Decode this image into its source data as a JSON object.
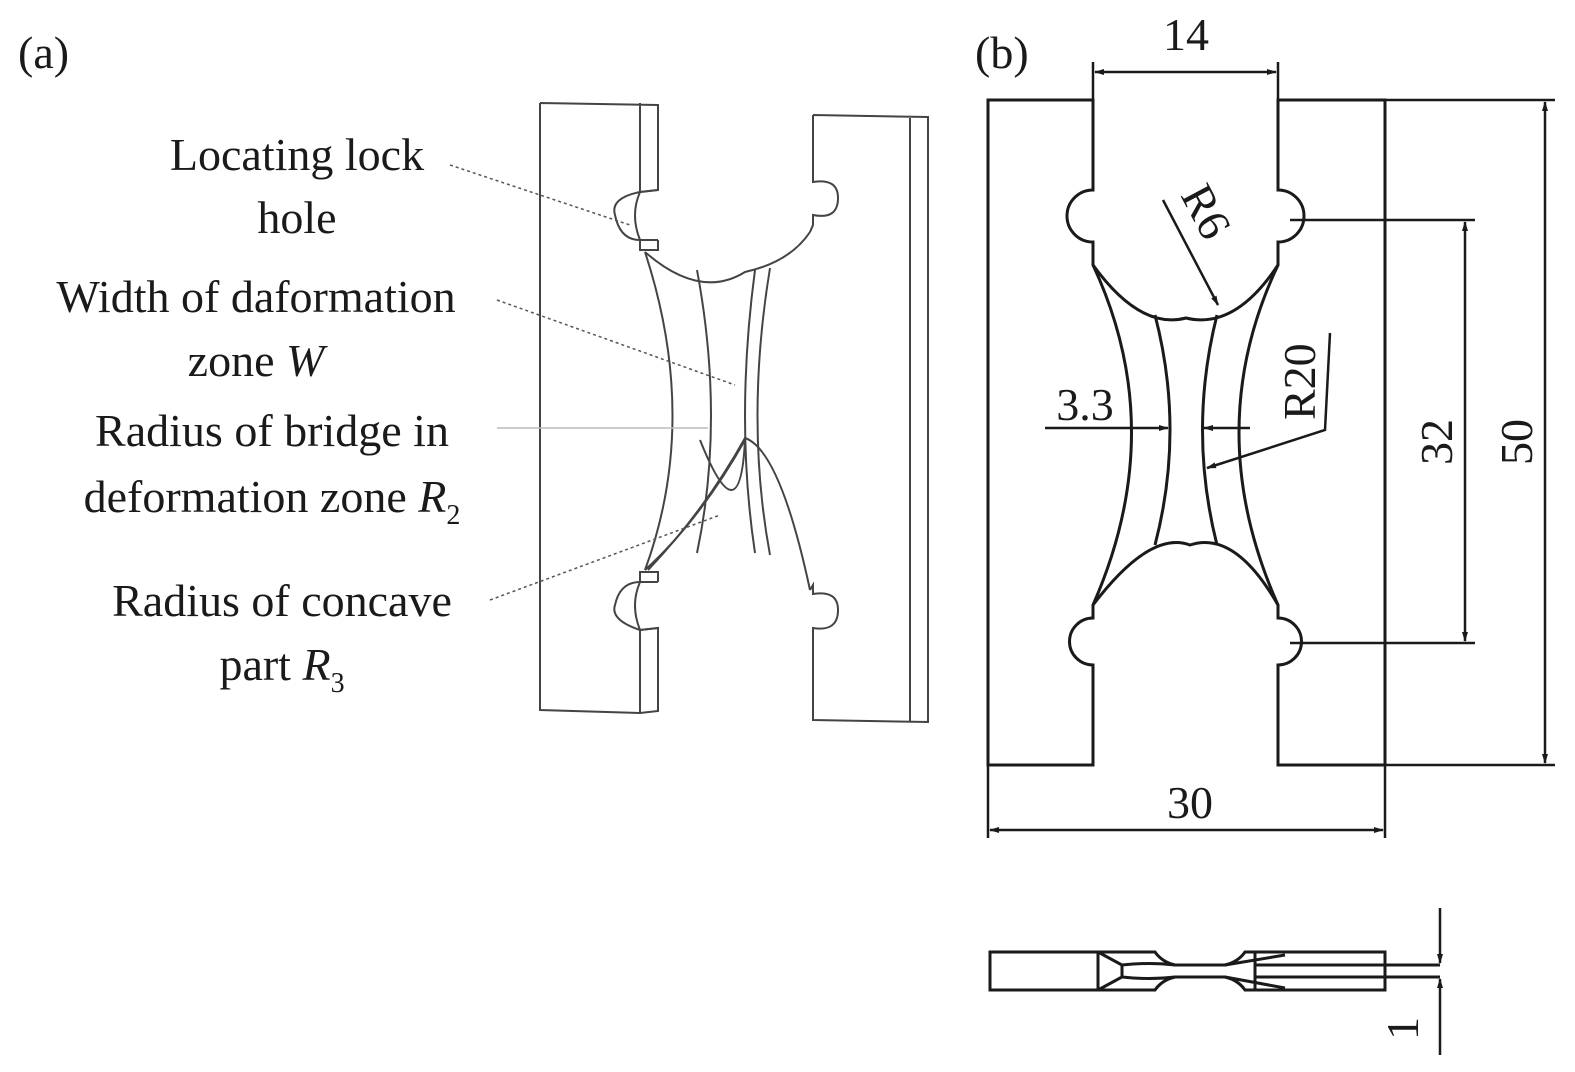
{
  "panel_a": {
    "label": "(a)",
    "callouts": {
      "locating_hole": [
        "Locating lock",
        "hole"
      ],
      "width_zone": [
        "Width of daformation",
        "zone "
      ],
      "width_symbol": "W",
      "bridge_radius": [
        "Radius of bridge in",
        "deformation zone "
      ],
      "bridge_symbol": "R",
      "bridge_sub": "2",
      "concave_radius": [
        "Radius of concave",
        "part "
      ],
      "concave_symbol": "R",
      "concave_sub": "3"
    }
  },
  "panel_b": {
    "label": "(b)",
    "dimensions": {
      "top_width": "14",
      "radius_small": "R6",
      "radius_bridge": "R20",
      "bridge_width": "3.3",
      "hole_spacing": "32",
      "total_height": "50",
      "total_width": "30",
      "thickness": "1"
    }
  }
}
